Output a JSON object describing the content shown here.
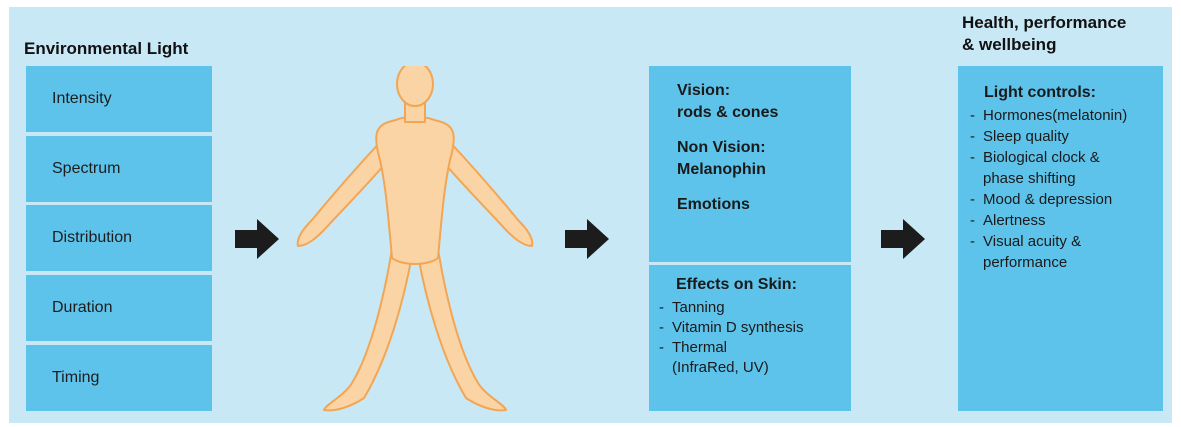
{
  "left": {
    "heading": "Environmental Light",
    "items": [
      {
        "label": "Intensity"
      },
      {
        "label": "Spectrum"
      },
      {
        "label": "Distribution"
      },
      {
        "label": "Duration"
      },
      {
        "label": "Timing"
      }
    ]
  },
  "middle": {
    "blocks": [
      {
        "line1": "Vision:",
        "line2": "rods & cones"
      },
      {
        "line1": "Non Vision:",
        "line2": "Melanophin"
      },
      {
        "line1": "Emotions",
        "line2": ""
      }
    ],
    "skin": {
      "title": "Effects on Skin:",
      "items": [
        "Tanning",
        "Vitamin D synthesis",
        "Thermal"
      ],
      "extra": "(InfraRed, UV)"
    }
  },
  "right": {
    "heading_line1": "Health, performance",
    "heading_line2": "& wellbeing",
    "title": "Light controls:",
    "items": [
      {
        "l1": "Hormones(melatonin)",
        "l2": ""
      },
      {
        "l1": "Sleep quality",
        "l2": ""
      },
      {
        "l1": "Biological clock &",
        "l2": "phase shifting"
      },
      {
        "l1": "Mood & depression",
        "l2": ""
      },
      {
        "l1": "Alertness",
        "l2": ""
      },
      {
        "l1": "Visual acuity &",
        "l2": "performance"
      }
    ]
  },
  "colors": {
    "background": "#c9e8f6",
    "box": "#5dc3ea",
    "figure": "#fbd4a6",
    "figure_outline": "#f2a654",
    "arrow": "#1c1c1c"
  },
  "icons": [
    "human-figure",
    "arrow-right-icon"
  ]
}
